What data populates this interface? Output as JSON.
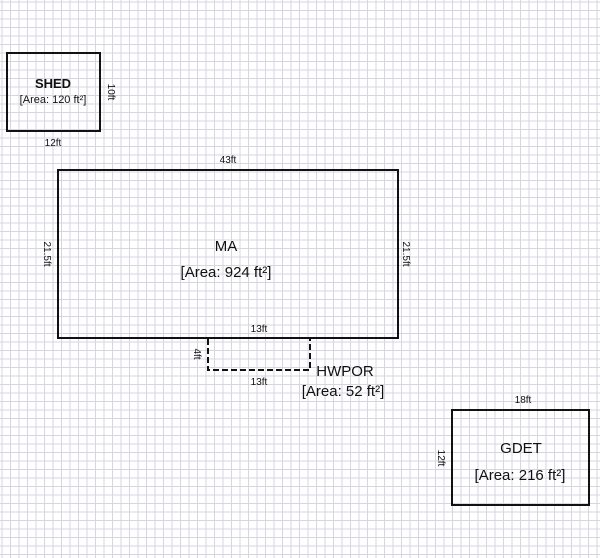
{
  "areas": [
    {
      "name": "SHED",
      "area": "[Area: 120 ft²]",
      "dims": {
        "bottom": "12ft",
        "right": "10ft"
      }
    },
    {
      "name": "MA",
      "area": "[Area: 924 ft²]",
      "dims": {
        "top": "43ft",
        "left": "21.5ft",
        "right": "21.5ft",
        "bottom": "13ft"
      }
    },
    {
      "name": "HWPOR",
      "area": "[Area: 52 ft²]",
      "dims": {
        "left": "4ft",
        "bottom": "13ft"
      }
    },
    {
      "name": "GDET",
      "area": "[Area: 216 ft²]",
      "dims": {
        "top": "18ft",
        "left": "12ft"
      }
    }
  ],
  "colors": {
    "grid": "#d4d6e0",
    "line": "#111111"
  }
}
